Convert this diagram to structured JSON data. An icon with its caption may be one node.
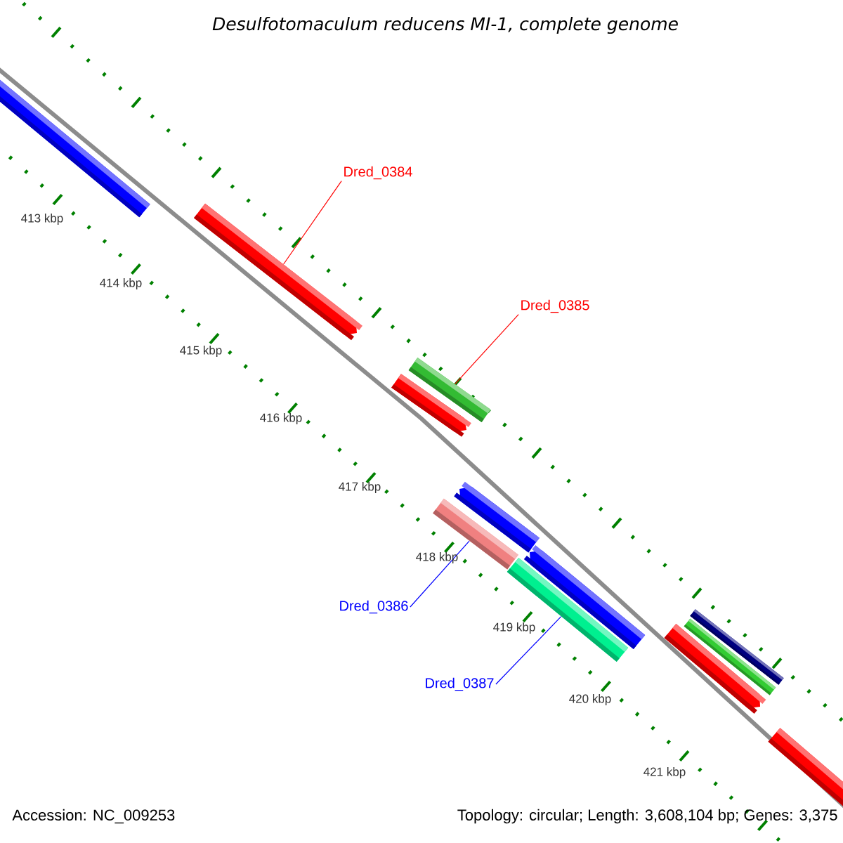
{
  "diagram": {
    "title": "Desulfotomaculum reducens MI-1, complete genome",
    "nodes": [
      {
        "text": [
          "Dred_0384"
        ]
      },
      {
        "text": [
          "Dred_0385"
        ]
      },
      {
        "text": [
          "Dred_0386"
        ]
      },
      {
        "text": [
          "Dred_0387"
        ]
      },
      {
        "text": [],
        "shape": "bar"
      },
      {
        "text": [],
        "shape": "pentagon"
      },
      {
        "text": [],
        "shape": "bar"
      },
      {
        "text": [],
        "shape": "pentagon"
      },
      {
        "text": [],
        "shape": "pentagon"
      },
      {
        "text": [],
        "shape": "bar"
      },
      {
        "text": [],
        "shape": "pentagon"
      },
      {
        "text": [],
        "shape": "bar"
      },
      {
        "text": [],
        "shape": "bar"
      },
      {
        "text": [],
        "shape": "bar"
      },
      {
        "text": [],
        "shape": "pentagon"
      },
      {
        "text": [],
        "shape": "bar"
      }
    ],
    "edges": [
      {
        "from": 0,
        "to": 5,
        "arrow": "none",
        "color": "#ff0000"
      },
      {
        "from": 1,
        "to": 6,
        "arrow": "none",
        "color": "#ff0000"
      },
      {
        "from": 2,
        "to": 9,
        "arrow": "none",
        "color": "#0000ff"
      },
      {
        "from": 3,
        "to": 11,
        "arrow": "none",
        "color": "#0000ff"
      }
    ],
    "labels": [
      "413 kbp",
      "414 kbp",
      "415 kbp",
      "416 kbp",
      "417 kbp",
      "418 kbp",
      "419 kbp",
      "420 kbp",
      "421 kbp",
      "Accession: NC_009253",
      "Topology: circular; Length: 3,608,104 bp; Genes: 3,375"
    ]
  }
}
